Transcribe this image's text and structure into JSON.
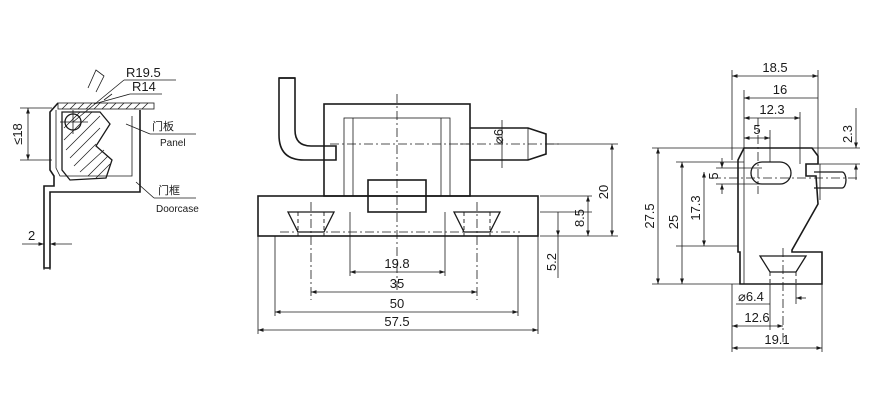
{
  "side_view": {
    "r_large": "R19.5",
    "r_small": "R14",
    "height_limit": "≤18",
    "thickness": "2",
    "panel_cn": "门板",
    "panel_en": "Panel",
    "doorcase_cn": "门框",
    "doorcase_en": "Doorcase"
  },
  "front_view": {
    "pin_dia": "⌀6",
    "height": "20",
    "base_height": "8.5",
    "base_offset": "5.2",
    "slot_width": "19.8",
    "hole_spacing": "35",
    "body_width": "50",
    "total_width": "57.5"
  },
  "end_view": {
    "top_width": "18.5",
    "width_16": "16",
    "width_12_3": "12.3",
    "slot_5_top": "5",
    "top_offset": "2.3",
    "slot_5_left": "5",
    "height_17_3": "17.3",
    "height_25": "25",
    "height_27_5": "27.5",
    "hole_dia": "⌀6.4",
    "width_12_6": "12.6",
    "width_19_1": "19.1"
  }
}
